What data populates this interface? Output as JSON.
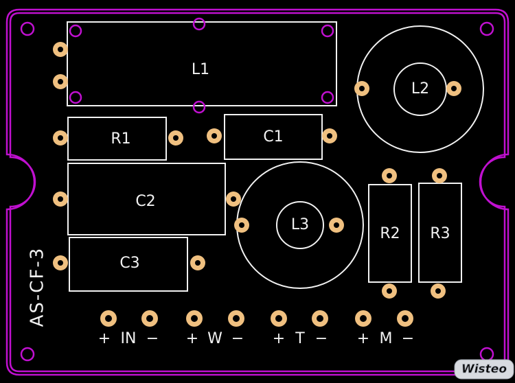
{
  "board": {
    "label": "AS-CF-3",
    "watermark": "Wisteo"
  },
  "components": {
    "L1": "L1",
    "L2": "L2",
    "L3": "L3",
    "R1": "R1",
    "R2": "R2",
    "R3": "R3",
    "C1": "C1",
    "C2": "C2",
    "C3": "C3"
  },
  "terminals": [
    {
      "plus": "+",
      "name": "IN",
      "minus": "−"
    },
    {
      "plus": "+",
      "name": "W",
      "minus": "−"
    },
    {
      "plus": "+",
      "name": "T",
      "minus": "−"
    },
    {
      "plus": "+",
      "name": "M",
      "minus": "−"
    }
  ],
  "colors": {
    "background": "#000000",
    "silkscreen": "#f2f2f2",
    "board_outline": "#c010d0",
    "pad": "#f0c080"
  }
}
